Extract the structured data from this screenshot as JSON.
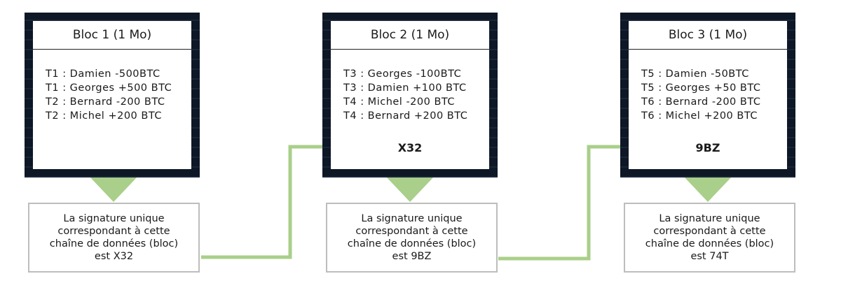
{
  "blocks": [
    {
      "title": "Bloc 1 (1 Mo)",
      "transactions": [
        "T1 : Damien -500BTC",
        "T1 : Georges +500 BTC",
        "T2 : Bernard -200 BTC",
        "T2 : Michel +200 BTC"
      ],
      "prev_hash": "",
      "signature": "La signature unique correspondant à cette chaîne de données (bloc) est X32"
    },
    {
      "title": "Bloc 2 (1 Mo)",
      "transactions": [
        "T3 : Georges -100BTC",
        "T3 : Damien +100 BTC",
        "T4 : Michel -200 BTC",
        "T4 : Bernard +200 BTC"
      ],
      "prev_hash": "X32",
      "signature": "La signature unique correspondant à cette chaîne de données (bloc) est 9BZ"
    },
    {
      "title": "Bloc 3 (1 Mo)",
      "transactions": [
        "T5 : Damien -50BTC",
        "T5 : Georges +50 BTC",
        "T6 : Bernard -200 BTC",
        "T6 : Michel +200 BTC"
      ],
      "prev_hash": "9BZ",
      "signature": "La signature unique correspondant à cette chaîne de données (bloc) est 74T"
    }
  ],
  "colors": {
    "arrow": "#a9cf8a",
    "block_background": "#0d1726",
    "signature_border": "#bdbdbd"
  }
}
